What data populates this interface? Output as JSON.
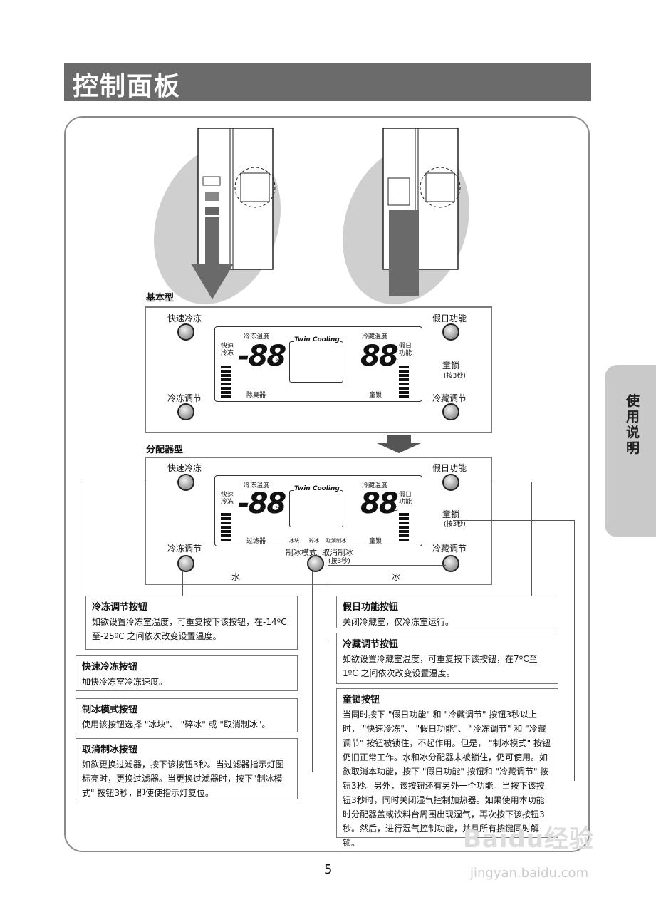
{
  "page": {
    "title": "控制面板",
    "side_tab": "使用说明",
    "page_number": "5"
  },
  "basic": {
    "label": "基本型",
    "btn_fast_freeze": "快速冷冻",
    "btn_freeze_adjust": "冷冻调节",
    "btn_holiday": "假日功能",
    "btn_fridge_adjust": "冷藏调节",
    "child_lock": "童锁",
    "child_lock_hint": "(按3秒)",
    "lcd": {
      "freezer_temp": "冷冻温度",
      "fridge_temp": "冷藏温度",
      "twin": "Twin Cooling",
      "fast": "快速冷冻",
      "holiday": "假日功能",
      "deodorizer": "除臭器",
      "lock": "童锁",
      "digits": "-88",
      "digits2": "88",
      "unit": "°C"
    }
  },
  "dispenser": {
    "label": "分配器型",
    "btn_fast_freeze": "快速冷冻",
    "btn_freeze_adjust": "冷冻调节",
    "btn_holiday": "假日功能",
    "btn_fridge_adjust": "冷藏调节",
    "btn_ice_mode": "制冰模式, 取消制冰",
    "btn_ice_mode_hint": "(按3秒)",
    "child_lock": "童锁",
    "child_lock_hint": "(按3秒)",
    "water": "水",
    "ice": "冰",
    "lcd": {
      "freezer_temp": "冷冻温度",
      "fridge_temp": "冷藏温度",
      "twin": "Twin Cooling",
      "fast": "快速冷冻",
      "holiday": "假日功能",
      "filter": "过滤器",
      "lock": "童锁",
      "ice_cube": "冰块",
      "crushed": "碎冰",
      "cancel": "取消制冰",
      "digits": "-88",
      "digits2": "88",
      "unit": "°C"
    }
  },
  "notes": {
    "freeze_adjust": {
      "title": "冷冻调节按钮",
      "text": "如欲设置冷冻室温度，可重复按下该按钮，在-14ºC 至-25ºC 之间依次改变设置温度。"
    },
    "fast_freeze": {
      "title": "快速冷冻按钮",
      "text": "加快冷冻室冷冻速度。"
    },
    "ice_mode": {
      "title": "制冰模式按钮",
      "text": "使用该按钮选择 \"冰块\"、 \"碎冰\" 或 \"取消制冰\"。"
    },
    "cancel_ice": {
      "title": "取消制冰按钮",
      "text": "如欲更换过滤器，按下该按钮3秒。当过滤器指示灯图标亮时，更换过滤器。当更换过滤器时，按下\"制冰模式\" 按钮3秒，即使使指示灯复位。"
    },
    "holiday": {
      "title": "假日功能按钮",
      "text": "关闭冷藏室，仅冷冻室运行。"
    },
    "fridge_adjust": {
      "title": "冷藏调节按钮",
      "text": "如欲设置冷藏室温度，可重复按下该按钮，在7ºC至1ºC 之间依次改变设置温度。"
    },
    "child_lock": {
      "title": "童锁按钮",
      "text": "当同时按下 \"假日功能\" 和 \"冷藏调节\" 按钮3秒以上时， \"快速冷冻\"、 \"假日功能\"、 \"冷冻调节\" 和 \"冷藏调节\" 按钮被锁住，不起作用。但是， \"制冰模式\" 按钮仍旧正常工作。水和冰分配器未被锁住，仍可使用。如欲取消本功能，按下 \"假日功能\" 按钮和 \"冷藏调节\" 按钮3秒。另外，该按钮还有另外一个功能。当按下该按钮3秒时，同时关闭湿气控制加热器。如果使用本功能时分配器盖或饮料台周围出现湿气，再次按下该按钮3秒。然后，进行湿气控制功能，并且所有按键同时解锁。"
    }
  },
  "watermark": {
    "logo": "Baidu经验",
    "url": "jingyan.baidu.com"
  }
}
